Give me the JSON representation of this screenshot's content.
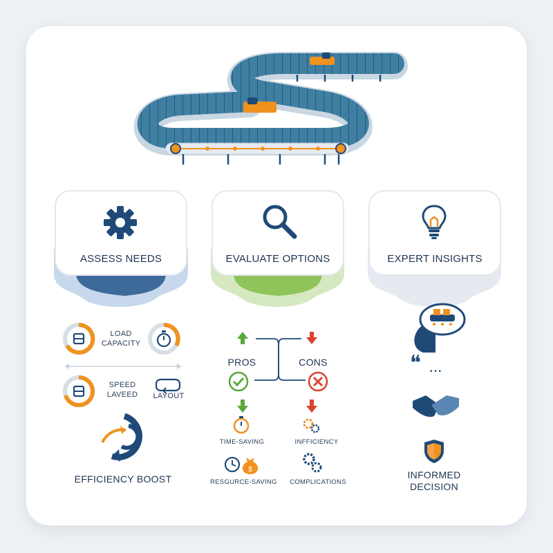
{
  "panels": [
    {
      "title": "ASSESS NEEDS",
      "icon": "gear-icon"
    },
    {
      "title": "EVALUATE OPTIONS",
      "icon": "magnifier-icon"
    },
    {
      "title": "EXPERT INSIGHTS",
      "icon": "lightbulb-icon"
    }
  ],
  "assess": {
    "load_capacity": "LOAD\nCAPACITY",
    "speed": "SPEED\nLAVEED",
    "layout": "LAYOUT",
    "efficiency": "EFFICIENCY BOOST"
  },
  "evaluate": {
    "pros": "PROS",
    "cons": "CONS",
    "time_saving": "TIME-SAVING",
    "efficiency": "INFFICIENCY",
    "resource_saving": "RESGURCE-SAVING",
    "complications": "COMPLICATIONS"
  },
  "expert": {
    "quote_mark": "❝",
    "ellipsis": "• • •",
    "decision": "INFORMED\nDECISION"
  },
  "colors": {
    "navy": "#1f4a78",
    "teal": "#3c7a9b",
    "orange": "#f0921e",
    "green": "#5aa83a",
    "red": "#d9432f",
    "blue_bg": "#c7d8ec",
    "green_bg": "#d6e8c2",
    "gray_bg": "#e6eaf0"
  }
}
